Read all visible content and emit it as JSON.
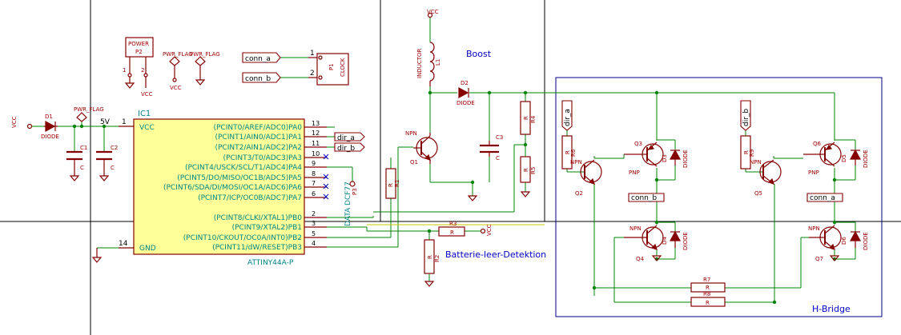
{
  "frames": {
    "boost_title": "Boost",
    "hbridge_title": "H-Bridge"
  },
  "ic": {
    "ref": "IC1",
    "part": "ATTINY44A-P",
    "vcc_label": "VCC",
    "gnd_label": "GND",
    "vcc_pin": "1",
    "gnd_pin": "14",
    "pins": [
      {
        "name": "(PCINT0/AREF/ADC0)PA0",
        "num": "13"
      },
      {
        "name": "(PCINT1/AIN0/ADC1)PA1",
        "num": "12"
      },
      {
        "name": "(PCINT2/AIN1/ADC2)PA2",
        "num": "11"
      },
      {
        "name": "(PCINT3/T0/ADC3)PA3",
        "num": "10"
      },
      {
        "name": "(PCINT4/USCK/SCL/T1/ADC4)PA4",
        "num": "9"
      },
      {
        "name": "(PCINT5/DO/MISO/OC1B/ADC5)PA5",
        "num": "8"
      },
      {
        "name": "(PCINT6/SDA/DI/MOSI/OC1A/ADC6)PA6",
        "num": "7"
      },
      {
        "name": "(PCINT7/ICP/OC0B/ADC7)PA7",
        "num": "6"
      },
      {
        "name": "(PCINT8/CLKI/XTAL1)PB0",
        "num": "2"
      },
      {
        "name": "(PCINT9/XTAL2)PB1",
        "num": "3"
      },
      {
        "name": "(PCINT10/CKOUT/OC0A/INT0)PB2",
        "num": "5"
      },
      {
        "name": "(PCINT11/dW/RESET)PB3",
        "num": "4"
      }
    ]
  },
  "power": {
    "ref": "P2",
    "name": "POWER",
    "pwr_flag": "PWR_FLAG",
    "vcc": "VCC",
    "net_5v": "5V",
    "pin1": "1",
    "pin2": "2"
  },
  "clock_conn": {
    "ref": "P1",
    "name": "CLOCK",
    "pin1": "1",
    "pin2": "2"
  },
  "dcf": {
    "ref": "P3",
    "name": "DATA DCF77"
  },
  "labels": {
    "conn_a": "conn_a",
    "conn_b": "conn_b",
    "dir_a": "dir_a",
    "dir_b": "dir_b"
  },
  "parts": {
    "D1": "D1",
    "D1v": "DIODE",
    "C1": "C1",
    "C1v": "C",
    "C2": "C2",
    "C2v": "C",
    "L1": "L1",
    "L1v": "INDUCTOR",
    "D2": "D2",
    "D2v": "DIODE",
    "C3": "C3",
    "C3v": "C",
    "Q1": "Q1",
    "npn": "NPN",
    "pnp": "PNP",
    "R1": "R1",
    "R2": "R2",
    "R3": "R3",
    "R4": "R4",
    "R5": "R5",
    "R6": "R6",
    "R7": "R7",
    "R8": "R8",
    "R9": "R9",
    "Rv": "R",
    "Q2": "Q2",
    "Q3": "Q3",
    "Q4": "Q4",
    "Q5": "Q5",
    "Q6": "Q6",
    "Q7": "Q7",
    "D3": "D3",
    "D4": "D4",
    "D5": "D5",
    "D6": "D6",
    "Dv": "DIODE"
  },
  "battery_text": "Batterie-leer-Detektion",
  "vcc": "VCC",
  "colors": {
    "wire": "#008400",
    "part": "#840000",
    "frame": "#000084",
    "ic_fill": "#ffff99",
    "pin_text": "#008484"
  }
}
